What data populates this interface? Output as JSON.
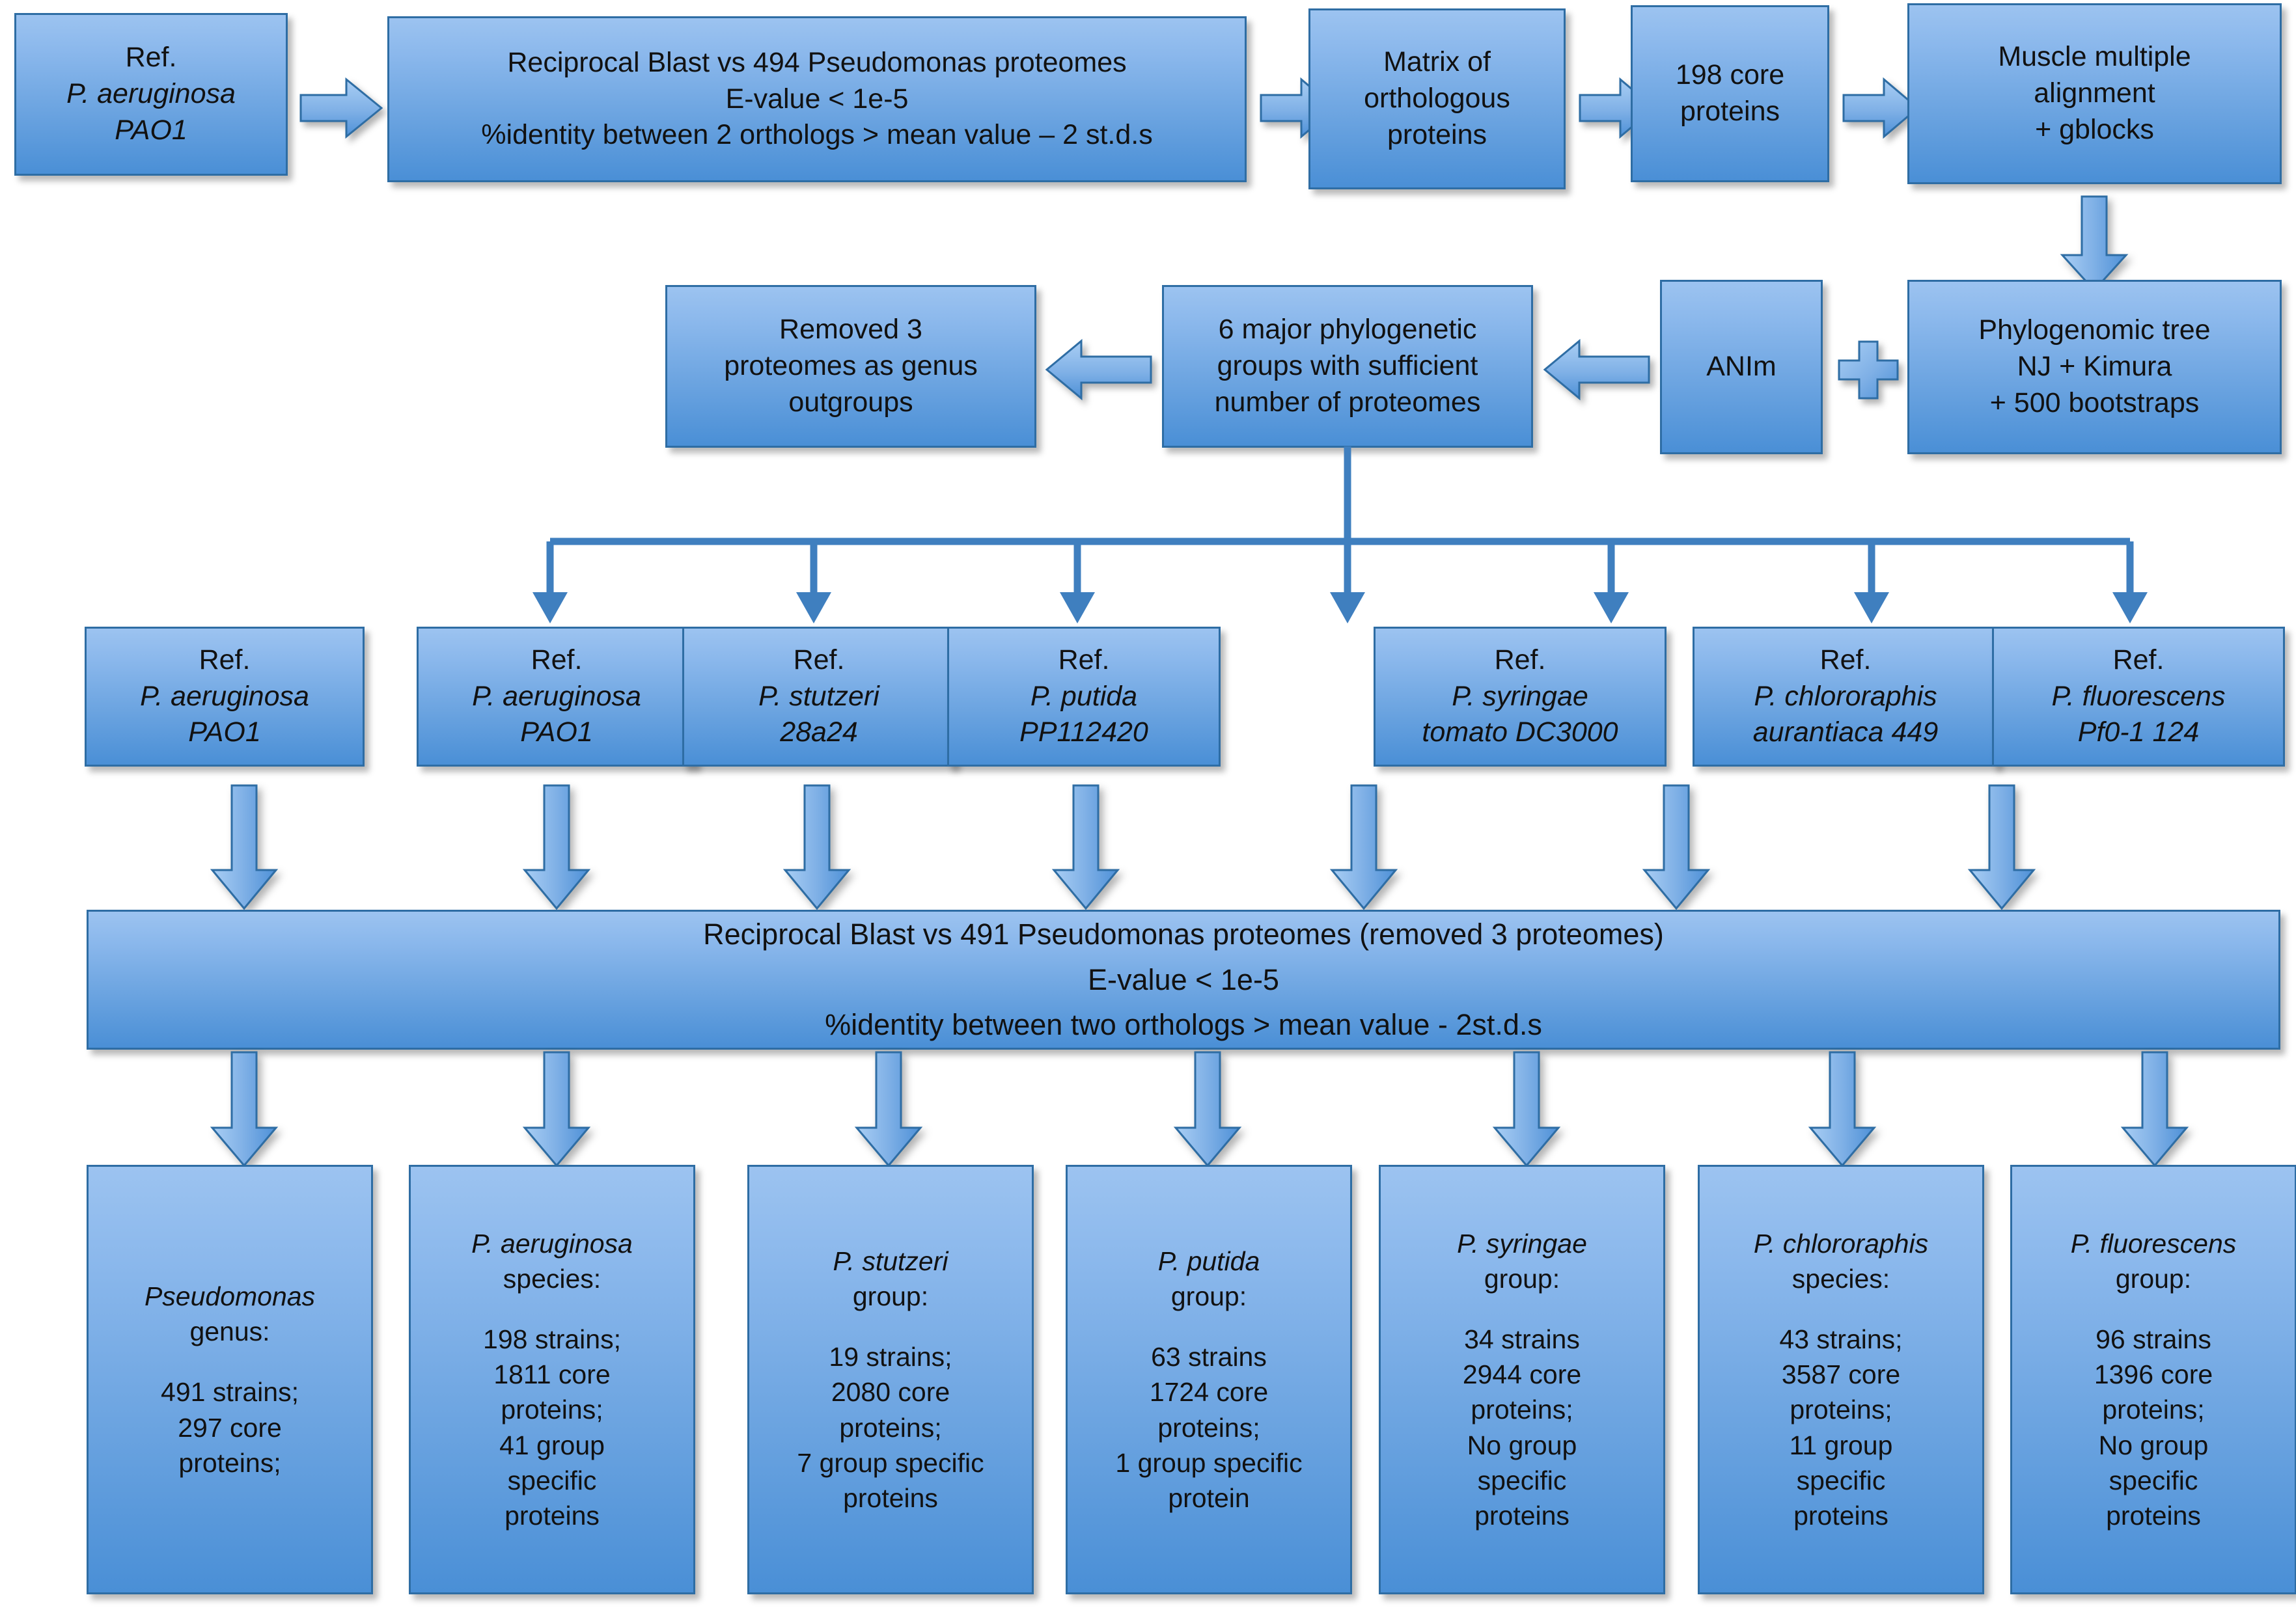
{
  "colors": {
    "box_fill_light": "#9cc3f0",
    "box_fill_dark": "#4a8fd6",
    "box_border": "#2e6da4",
    "arrow_fill": "#6ea8e0",
    "arrow_border": "#2e6da4",
    "connector_line": "#3f7fbf",
    "text": "#111111",
    "background": "#ffffff"
  },
  "row1": {
    "ref_pao1": {
      "l1": "Ref.",
      "l2": "P. aeruginosa",
      "l3": "PAO1"
    },
    "blast": {
      "l1": "Reciprocal Blast vs 494 Pseudomonas proteomes",
      "l2": "E-value < 1e-5",
      "l3": "%identity  between 2 orthologs > mean value – 2 st.d.s"
    },
    "matrix": {
      "l1": "Matrix of",
      "l2": "orthologous",
      "l3": "proteins"
    },
    "core": {
      "l1": "198 core",
      "l2": "proteins"
    },
    "muscle": {
      "l1": "Muscle multiple",
      "l2": "alignment",
      "l3": "+ gblocks"
    }
  },
  "row2": {
    "removed": {
      "l1": "Removed 3",
      "l2": "proteomes as genus",
      "l3": "outgroups"
    },
    "groups": {
      "l1": "6 major phylogenetic",
      "l2": "groups with sufficient",
      "l3": "number of proteomes"
    },
    "anim": {
      "l1": "ANIm"
    },
    "tree": {
      "l1": "Phylogenomic tree",
      "l2": "NJ + Kimura",
      "l3": "+ 500 bootstraps"
    }
  },
  "refs": [
    {
      "l1": "Ref.",
      "l2": "P. aeruginosa",
      "l3": "PAO1"
    },
    {
      "l1": "Ref.",
      "l2": "P. aeruginosa",
      "l3": "PAO1"
    },
    {
      "l1": "Ref.",
      "l2": "P. stutzeri",
      "l3": "28a24"
    },
    {
      "l1": "Ref.",
      "l2": "P. putida",
      "l3": "PP112420"
    },
    {
      "l1": "Ref.",
      "l2": "P. syringae",
      "l3": "tomato DC3000"
    },
    {
      "l1": "Ref.",
      "l2": "P. chlororaphis",
      "l3": "aurantiaca 449"
    },
    {
      "l1": "Ref.",
      "l2": "P. fluorescens",
      "l3": "Pf0-1 124"
    }
  ],
  "banner": {
    "l1": "Reciprocal Blast vs 491 Pseudomonas proteomes (removed 3 proteomes)",
    "l2": "E-value < 1e-5",
    "l3": "%identity between two orthologs > mean value - 2st.d.s"
  },
  "results": [
    {
      "title_italic": "Pseudomonas",
      "title_plain": "genus:",
      "lines": [
        "491 strains;",
        "297 core",
        "proteins;"
      ]
    },
    {
      "title_italic": "P. aeruginosa",
      "title_plain": "species:",
      "lines": [
        "198 strains;",
        "1811 core",
        "proteins;",
        "41 group",
        "specific",
        "proteins"
      ]
    },
    {
      "title_italic": "P. stutzeri",
      "title_plain": "group:",
      "lines": [
        "19 strains;",
        "2080 core",
        "proteins;",
        "7 group specific",
        "proteins"
      ]
    },
    {
      "title_italic": "P. putida",
      "title_plain": "group:",
      "lines": [
        "63 strains",
        "1724 core",
        "proteins;",
        "1 group specific",
        "protein"
      ]
    },
    {
      "title_italic": "P. syringae",
      "title_plain": "group:",
      "lines": [
        "34 strains",
        "2944 core",
        "proteins;",
        "No group",
        "specific",
        "proteins"
      ]
    },
    {
      "title_italic": "P. chlororaphis",
      "title_plain": "species:",
      "lines": [
        "43 strains;",
        "3587 core",
        "proteins;",
        "11 group",
        "specific",
        "proteins"
      ]
    },
    {
      "title_italic": "P. fluorescens",
      "title_plain": "group:",
      "lines": [
        "96 strains",
        "1396 core",
        "proteins;",
        "No group",
        "specific",
        "proteins"
      ]
    }
  ]
}
